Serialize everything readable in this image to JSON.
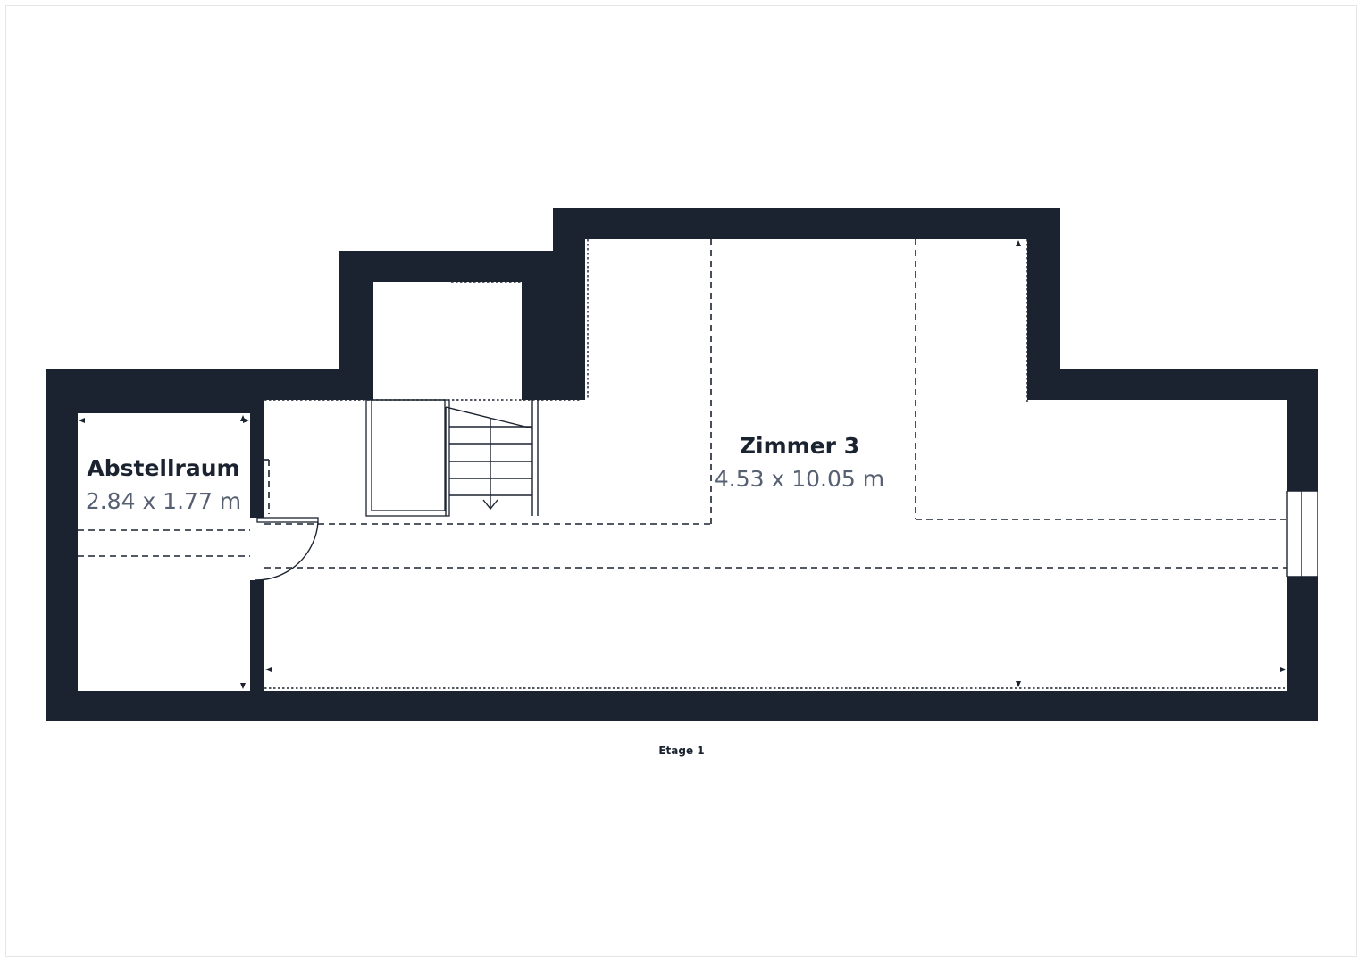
{
  "floor": {
    "label": "Etage 1"
  },
  "rooms": [
    {
      "name": "Abstellraum",
      "dimensions": "2.84 x 1.77 m"
    },
    {
      "name": "Zimmer 3",
      "dimensions": "4.53 x 10.05 m"
    }
  ],
  "colors": {
    "wall": "#1b2330",
    "background": "#ffffff",
    "dimension_text": "#566072"
  }
}
